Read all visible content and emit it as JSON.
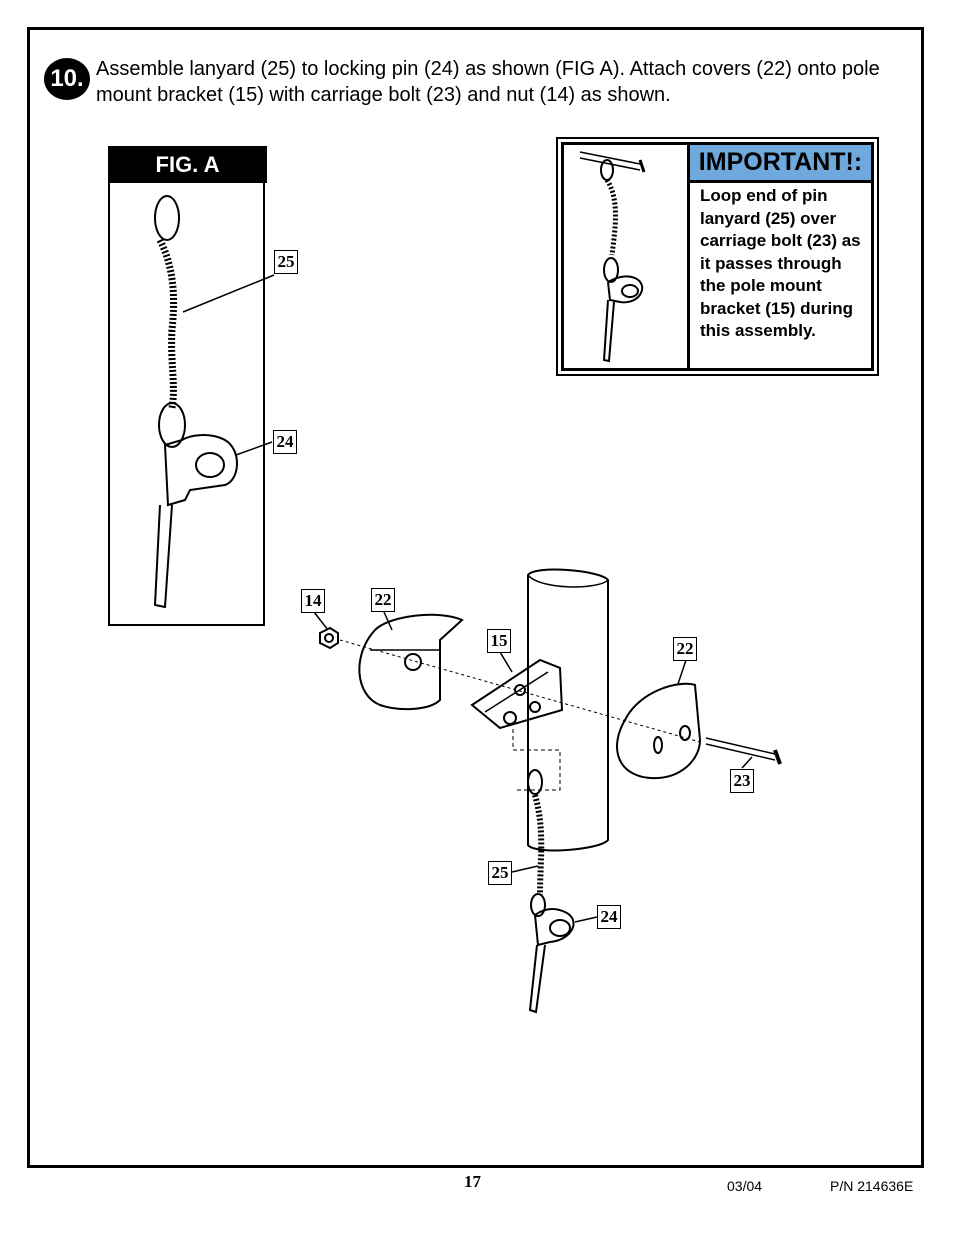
{
  "step": {
    "number": "10.",
    "instructions": "Assemble lanyard (25) to locking pin (24) as shown (FIG A). Attach covers (22) onto pole mount bracket (15) with carriage bolt (23) and nut (14) as shown."
  },
  "figure_a": {
    "title": "FIG. A",
    "callouts": [
      "25",
      "24"
    ]
  },
  "important": {
    "title": "IMPORTANT!:",
    "text": "Loop end of pin lanyard (25) over carriage bolt (23) as it passes through the pole mount bracket (15) during this assembly."
  },
  "assembly_callouts": {
    "nut": "14",
    "cover_left": "22",
    "bracket": "15",
    "cover_right": "22",
    "bolt": "23",
    "lanyard": "25",
    "pin": "24"
  },
  "footer": {
    "page_number": "17",
    "date": "03/04",
    "part_number": "P/N 214636E"
  }
}
